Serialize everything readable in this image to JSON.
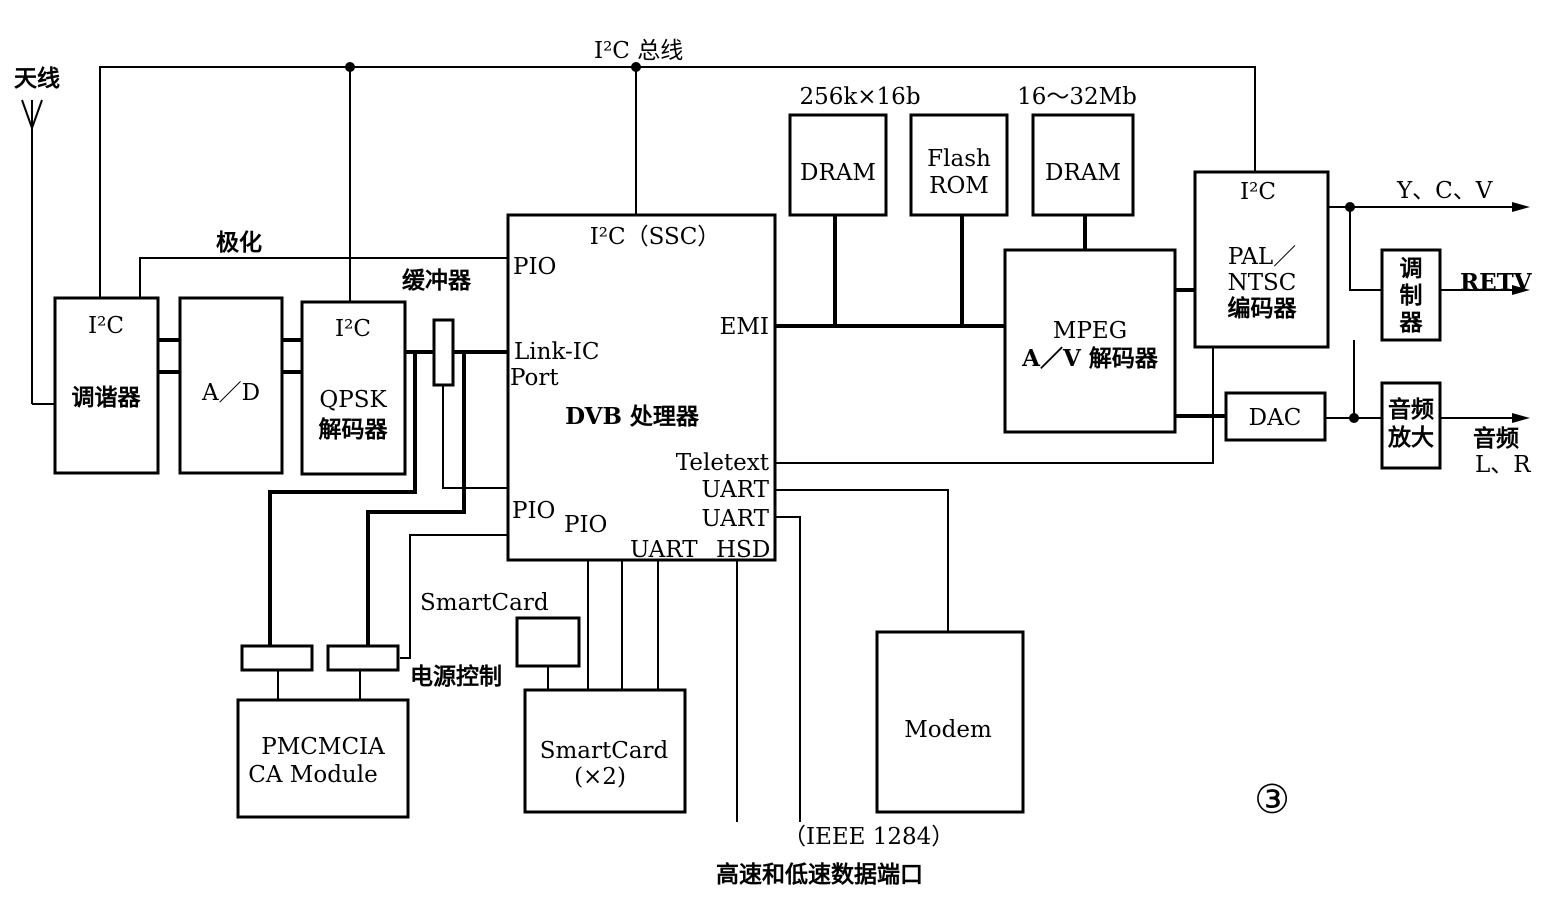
{
  "labels": {
    "antenna": "天线",
    "i2c_bus": "I²C 总线",
    "polarization": "极化",
    "buffer": "缓冲器",
    "power_control": "电源控制",
    "smartcard_line": "SmartCard",
    "ieee": "（IEEE 1284）",
    "data_ports": "高速和低速数据端口",
    "ycv": "Y、C、V",
    "retv": "RETV",
    "audio_out": "音频",
    "audio_lr": "L、R",
    "figure_no": "③"
  },
  "blocks": {
    "tuner": {
      "i2c": "I²C",
      "name": "调谐器"
    },
    "ad": {
      "name": "A／D"
    },
    "qpsk": {
      "i2c": "I²C",
      "line1": "QPSK",
      "line2": "解码器"
    },
    "dvb": {
      "i2c": "I²C（SSC）",
      "name": "DVB 处理器",
      "pio_top": "PIO",
      "link_ic": "Link-IC",
      "port": "Port",
      "pio_bottom": "PIO",
      "emi": "EMI",
      "teletext": "Teletext",
      "uart1": "UART",
      "uart2": "UART",
      "pio_inner": "PIO",
      "uart_inner": "UART",
      "hsd": "HSD"
    },
    "dram1": {
      "top": "256k×16b",
      "name": "DRAM"
    },
    "flash": {
      "line1": "Flash",
      "line2": "ROM"
    },
    "dram2": {
      "top": "16～32Mb",
      "name": "DRAM"
    },
    "mpeg": {
      "line1": "MPEG",
      "line2": "A／V 解码器"
    },
    "encoder": {
      "i2c": "I²C",
      "line1": "PAL／",
      "line2": "NTSC",
      "line3": "编码器"
    },
    "modulator": {
      "c1": "调",
      "c2": "制",
      "c3": "器"
    },
    "dac": {
      "name": "DAC"
    },
    "amp": {
      "line1": "音频",
      "line2": "放大"
    },
    "pcmcia": {
      "line1": "PMCMCIA",
      "line2": "CA Module"
    },
    "smartcard": {
      "line1": "SmartCard",
      "line2": "(×2)"
    },
    "modem": {
      "name": "Modem"
    }
  }
}
